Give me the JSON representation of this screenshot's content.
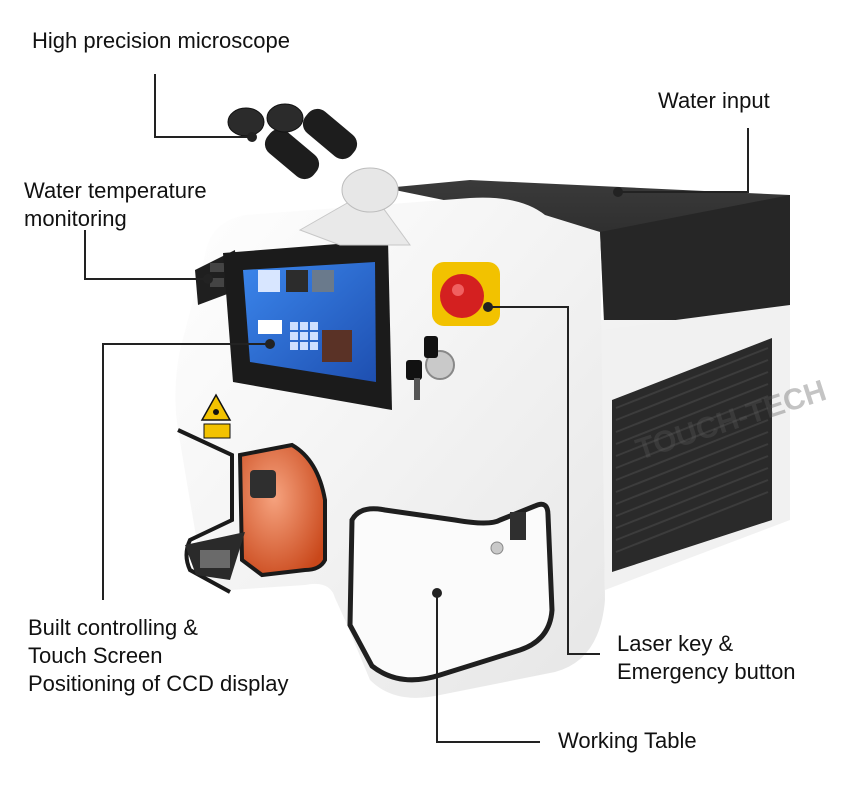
{
  "labels": {
    "microscope": "High precision microscope",
    "water_input": "Water input",
    "water_temp": [
      "Water temperature",
      "monitoring"
    ],
    "touch_screen": [
      "Built controlling &",
      "Touch Screen",
      "Positioning of CCD display"
    ],
    "laser_key": [
      "Laser key &",
      "Emergency button"
    ],
    "working_table": "Working Table"
  },
  "watermark": "TOUCH-TECH",
  "colors": {
    "body_white": "#f4f4f4",
    "top_dark": "#2b2b2b",
    "screen_blue": "#2f6fd6",
    "emergency_red": "#d42020",
    "emergency_yellow": "#f2c200",
    "chamber_orange": "#e8703c",
    "leader_line": "#222222"
  },
  "icons": [
    "laser-warning-icon",
    "key-icon",
    "emergency-stop-icon",
    "microscope-icon"
  ]
}
